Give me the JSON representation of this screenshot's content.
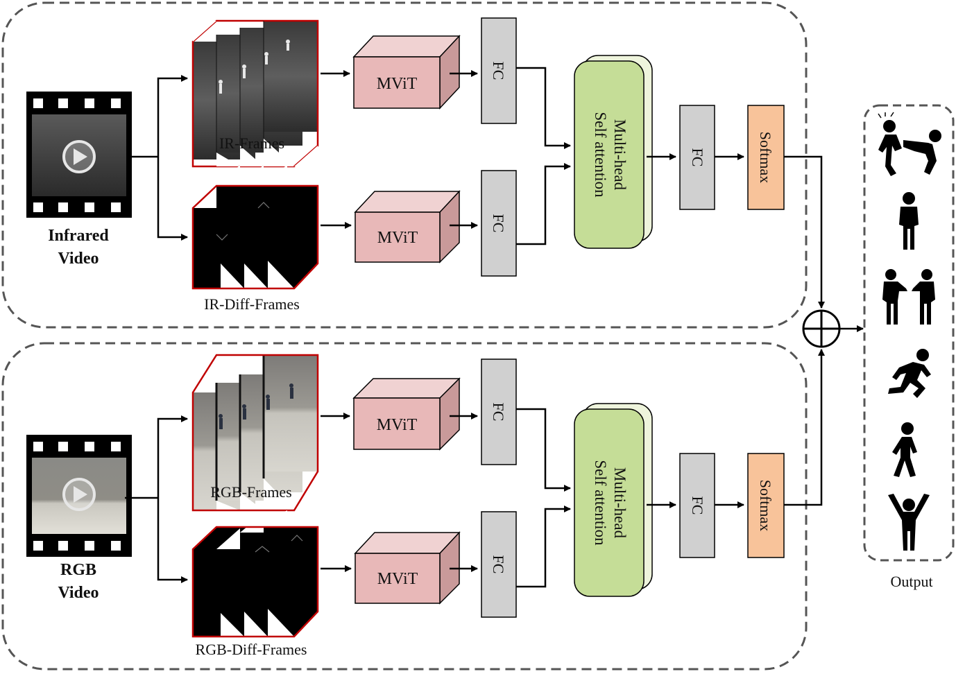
{
  "streams": [
    {
      "video_label_line1": "Infrared",
      "video_label_line2": "Video",
      "frames_label": "IR-Frames",
      "diff_label": "IR-Diff-Frames",
      "mvit_label": "MViT",
      "fc_label": "FC",
      "attention_line1": "Multi-head",
      "attention_line2": "Self attention",
      "softmax_label": "Softmax"
    },
    {
      "video_label_line1": "RGB",
      "video_label_line2": "Video",
      "frames_label": "RGB-Frames",
      "diff_label": "RGB-Diff-Frames",
      "mvit_label": "MViT",
      "fc_label": "FC",
      "attention_line1": "Multi-head",
      "attention_line2": "Self attention",
      "softmax_label": "Softmax"
    }
  ],
  "output_label": "Output",
  "output_icons": [
    "fighting-icon",
    "standing-icon",
    "handshake-icon",
    "running-icon",
    "walking-icon",
    "arms-raised-icon"
  ],
  "colors": {
    "mvit_fill": "#e8b8b8",
    "fc_fill": "#d0d0d0",
    "attention_fill": "#c5dd97",
    "softmax_fill": "#f8c39a",
    "frame_border": "#c00000",
    "dashed_border": "#555555"
  }
}
